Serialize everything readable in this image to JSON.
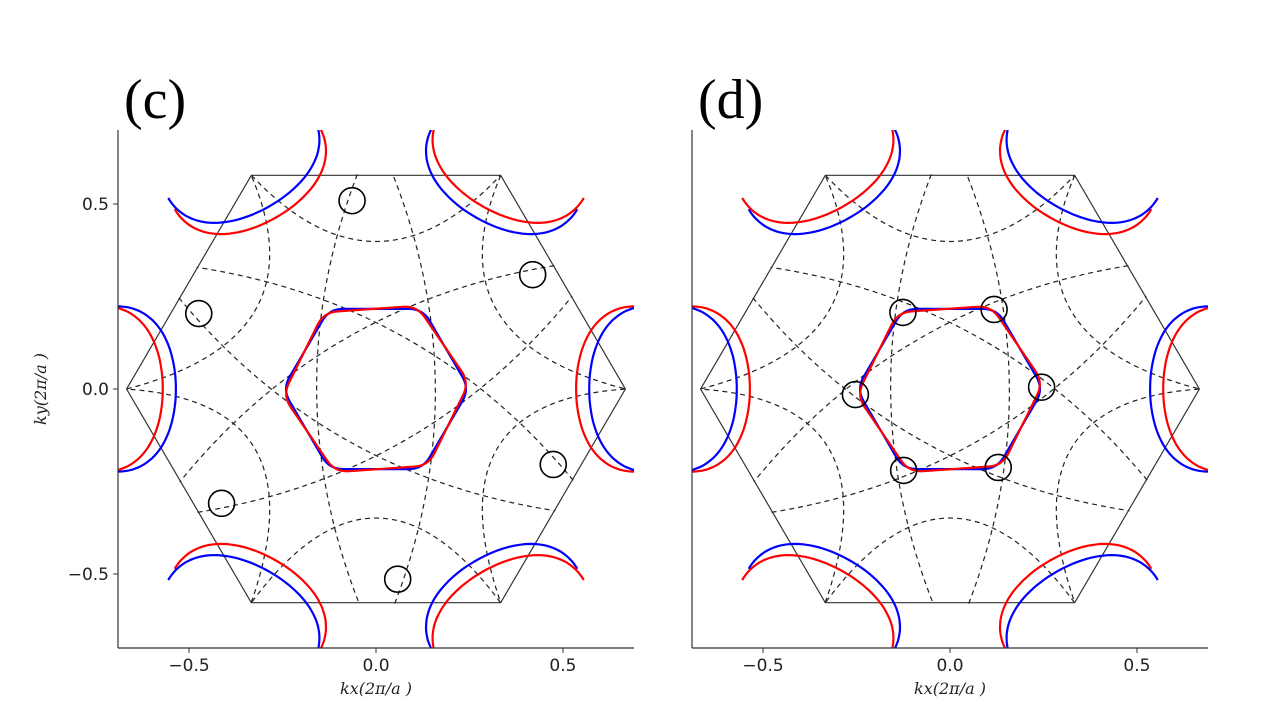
{
  "chart_data": [
    {
      "type": "line",
      "panel_label": "(c)",
      "xlabel": "kx(2π/a )",
      "ylabel": "ky(2π/a )",
      "xlim": [
        -0.69,
        0.69
      ],
      "ylim": [
        -0.7,
        0.7
      ],
      "xticks": [
        -0.5,
        0.0,
        0.5
      ],
      "xtick_labels": [
        "−0.5",
        "0.0",
        "0.5"
      ],
      "yticks": [
        -0.5,
        0.0,
        0.5
      ],
      "ytick_labels": [
        "−0.5",
        "0.0",
        "0.5"
      ],
      "grid": false,
      "series_colors": [
        "#0000ff",
        "#ff0000"
      ],
      "markers": [
        {
          "x": -0.064,
          "y": 0.509
        },
        {
          "x": 0.419,
          "y": 0.309
        },
        {
          "x": -0.474,
          "y": 0.204
        },
        {
          "x": 0.474,
          "y": -0.204
        },
        {
          "x": -0.413,
          "y": -0.309
        },
        {
          "x": 0.058,
          "y": -0.514
        }
      ]
    },
    {
      "type": "line",
      "panel_label": "(d)",
      "xlabel": "kx(2π/a )",
      "ylabel": "",
      "xlim": [
        -0.69,
        0.69
      ],
      "ylim": [
        -0.7,
        0.7
      ],
      "xticks": [
        -0.5,
        0.0,
        0.5
      ],
      "xtick_labels": [
        "−0.5",
        "0.0",
        "0.5"
      ],
      "yticks": [],
      "ytick_labels": [],
      "grid": false,
      "series_colors": [
        "#0000ff",
        "#ff0000"
      ],
      "markers": [
        {
          "x": -0.126,
          "y": 0.207
        },
        {
          "x": 0.118,
          "y": 0.215
        },
        {
          "x": 0.245,
          "y": 0.005
        },
        {
          "x": -0.253,
          "y": -0.015
        },
        {
          "x": -0.124,
          "y": -0.22
        },
        {
          "x": 0.129,
          "y": -0.212
        }
      ]
    }
  ]
}
